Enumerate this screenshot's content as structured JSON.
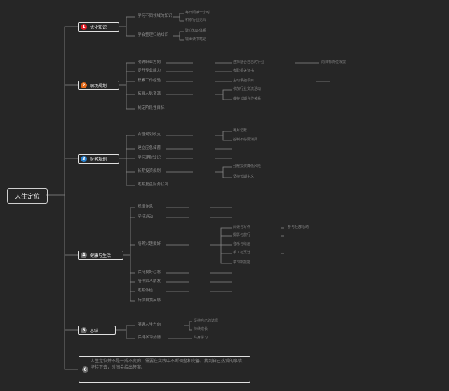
{
  "root": {
    "label": "人生定位"
  },
  "colors": {
    "n1": "#e01b24",
    "n2": "#e46a1a",
    "n3": "#2a84d2",
    "n4": "#6d6d6d",
    "n5": "#6d6d6d",
    "n6": "#6d6d6d"
  },
  "branches": [
    {
      "num": "1",
      "title": "优化知识",
      "items": [
        {
          "label": "学习不同领域的知识",
          "details": [
            "每日阅读一小时",
            "积累行业见闻"
          ]
        },
        {
          "label": "学会整理归纳知识",
          "details": [
            "建立知识体系",
            "输出读书笔记"
          ]
        }
      ]
    },
    {
      "num": "2",
      "title": "职场规划",
      "items": [
        {
          "label": "明确职业方向",
          "details": [
            "选择适合自己的行业",
            "向目标岗位靠拢"
          ]
        },
        {
          "label": "提升专业能力",
          "details": [
            "考取相关证书"
          ]
        },
        {
          "label": "积累工作经验",
          "details": [
            "主动承担项目"
          ]
        },
        {
          "label": "拓展人脉资源",
          "details": [
            "参加行业交流活动",
            "维护长期合作关系"
          ]
        },
        {
          "label": "制定阶段性目标"
        }
      ]
    },
    {
      "num": "3",
      "title": "财务规划",
      "items": [
        {
          "label": "合理规划收支",
          "details": [
            "每月记账",
            "控制不必要消费"
          ]
        },
        {
          "label": "建立应急储蓄"
        },
        {
          "label": "学习理财知识"
        },
        {
          "label": "长期投资规划",
          "details": [
            "分散投资降低风险",
            "坚持长期主义"
          ]
        },
        {
          "label": "定期复盘财务状况"
        }
      ]
    },
    {
      "num": "4",
      "title": "健康与生活",
      "items": [
        {
          "label": "规律作息"
        },
        {
          "label": "坚持运动"
        },
        {
          "label": "培养兴趣爱好",
          "details": [
            "阅读与写作",
            "摄影与旅行",
            "音乐与绘画",
            "手工与烹饪",
            "学习新技能",
            "参与社群活动"
          ]
        },
        {
          "label": "保持良好心态"
        },
        {
          "label": "陪伴家人朋友"
        },
        {
          "label": "定期体检"
        },
        {
          "label": "持续自我反思"
        }
      ]
    },
    {
      "num": "5",
      "title": "总结",
      "items": [
        {
          "label": "明确人生方向",
          "details": [
            "坚持自己的选择",
            "持续成长"
          ]
        },
        {
          "label": "保持学习热情",
          "details": [
            "终身学习"
          ]
        }
      ]
    }
  ],
  "note": {
    "num": "6",
    "text": "人生定位并不是一成不变的，需要在实践中不断调整和完善。找到自己热爱的事情，坚持下去，时间会给出答案。"
  }
}
